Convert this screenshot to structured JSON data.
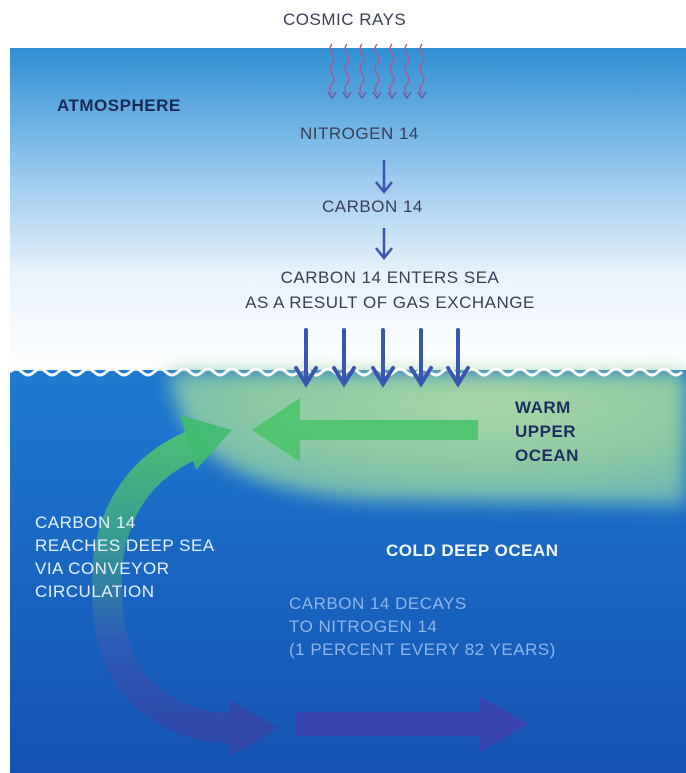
{
  "diagram": {
    "cosmic_rays": "COSMIC RAYS",
    "atmosphere": "ATMOSPHERE",
    "nitrogen14": "NITROGEN 14",
    "carbon14": "CARBON 14",
    "enters_sea": [
      "CARBON 14 ENTERS SEA",
      "AS A RESULT OF GAS EXCHANGE"
    ],
    "warm_upper_ocean": [
      "WARM",
      "UPPER",
      "OCEAN"
    ],
    "cold_deep_ocean": "COLD DEEP OCEAN",
    "reaches_deep_sea": [
      "CARBON 14",
      "REACHES DEEP SEA",
      "VIA CONVEYOR",
      "CIRCULATION"
    ],
    "decays": [
      "CARBON 14 DECAYS",
      "TO NITROGEN 14",
      "(1 PERCENT EVERY 82 YEARS)"
    ]
  },
  "colors": {
    "sky_top": "#2f8fd4",
    "sky_bottom": "#ffffff",
    "warm_ocean": "#8ecb9a",
    "deep_ocean": "#1a66c4",
    "arrow_blue": "#3b56b0",
    "arrow_green": "#4fc46e",
    "cosmic_ray": "#b0568a"
  }
}
